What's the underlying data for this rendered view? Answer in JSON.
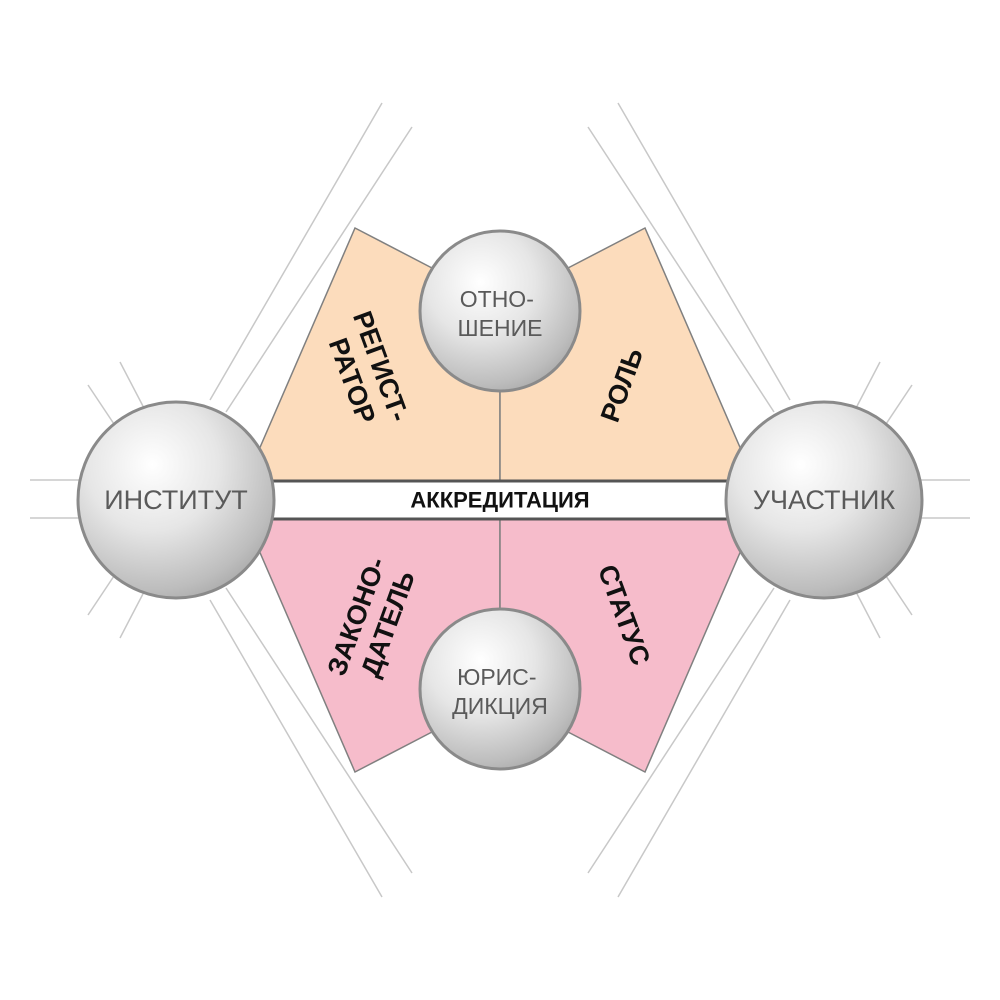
{
  "diagram": {
    "band": {
      "label": "АККРЕДИТАЦИЯ"
    },
    "nodes": {
      "left": {
        "label": "ИНСТИТУТ"
      },
      "right": {
        "label": "УЧАСТНИК"
      },
      "top": {
        "line1": "ОТНО-",
        "line2": "ШЕНИЕ"
      },
      "bottom": {
        "line1": "ЮРИС-",
        "line2": "ДИКЦИЯ"
      }
    },
    "sectors": {
      "top_left": {
        "line1": "РЕГИСТ-",
        "line2": "РАТОР"
      },
      "top_right": {
        "line1": "РОЛЬ"
      },
      "bottom_left": {
        "line1": "ЗАКОНО-",
        "line2": "ДАТЕЛЬ"
      },
      "bottom_right": {
        "line1": "СТАТУС"
      }
    },
    "colors": {
      "upper_fill": "#fcdcbc",
      "lower_fill": "#f6bccb",
      "outline": "#808080",
      "guide_lines": "#c8c8c8",
      "band_fill": "#ffffff",
      "band_border": "#555555",
      "node_text": "#5a5a5a",
      "sector_text": "#111111"
    }
  }
}
